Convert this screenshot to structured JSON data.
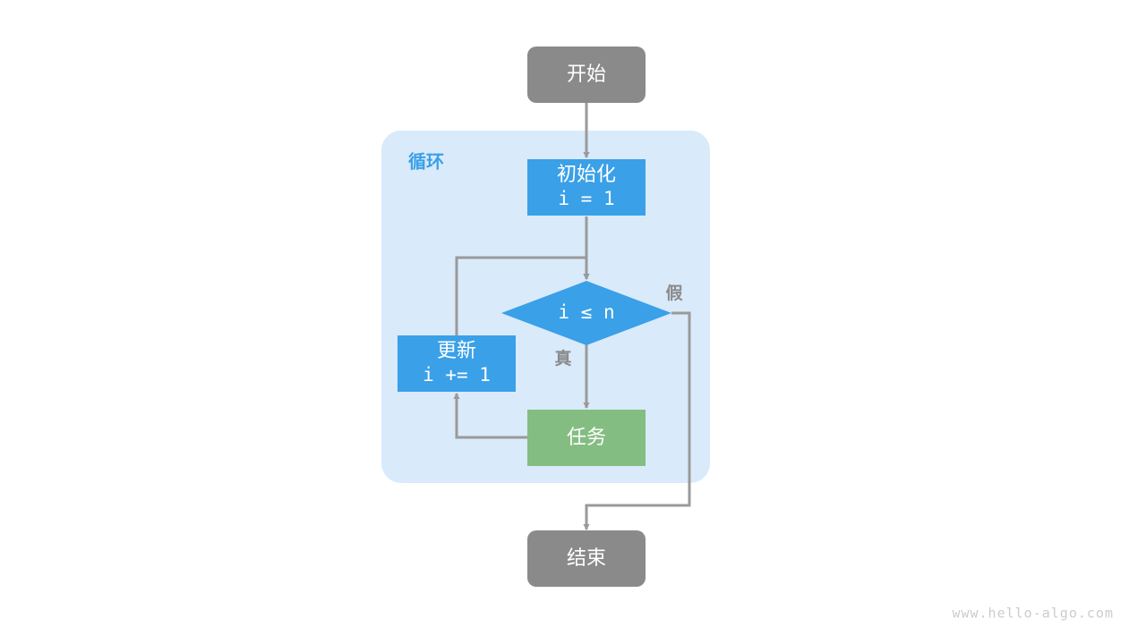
{
  "diagram": {
    "title": "for-loop-flowchart",
    "background": "#ffffff",
    "colors": {
      "terminal": "#8a8a8a",
      "process_blue": "#3aa0e8",
      "process_green": "#84bd82",
      "group_fill": "#d9eafa",
      "edge": "#9a9a9a",
      "node_text": "#ffffff",
      "edge_label_text": "#8a8a8a",
      "group_label_text": "#3aa0e8",
      "watermark_text": "#cccccc"
    },
    "group": {
      "label": "循环"
    },
    "nodes": {
      "start": {
        "label": "开始",
        "shape": "rounded-rect",
        "color": "#8a8a8a"
      },
      "init": {
        "line1": "初始化",
        "line2": "i = 1",
        "shape": "rect",
        "color": "#3aa0e8"
      },
      "condition": {
        "label": "i ≤ n",
        "shape": "diamond",
        "color": "#3aa0e8"
      },
      "update": {
        "line1": "更新",
        "line2": "i += 1",
        "shape": "rect",
        "color": "#3aa0e8"
      },
      "task": {
        "label": "任务",
        "shape": "rect",
        "color": "#84bd82"
      },
      "end": {
        "label": "结束",
        "shape": "rounded-rect",
        "color": "#8a8a8a"
      }
    },
    "edge_labels": {
      "true_branch": "真",
      "false_branch": "假"
    },
    "watermark": "www.hello-algo.com"
  }
}
